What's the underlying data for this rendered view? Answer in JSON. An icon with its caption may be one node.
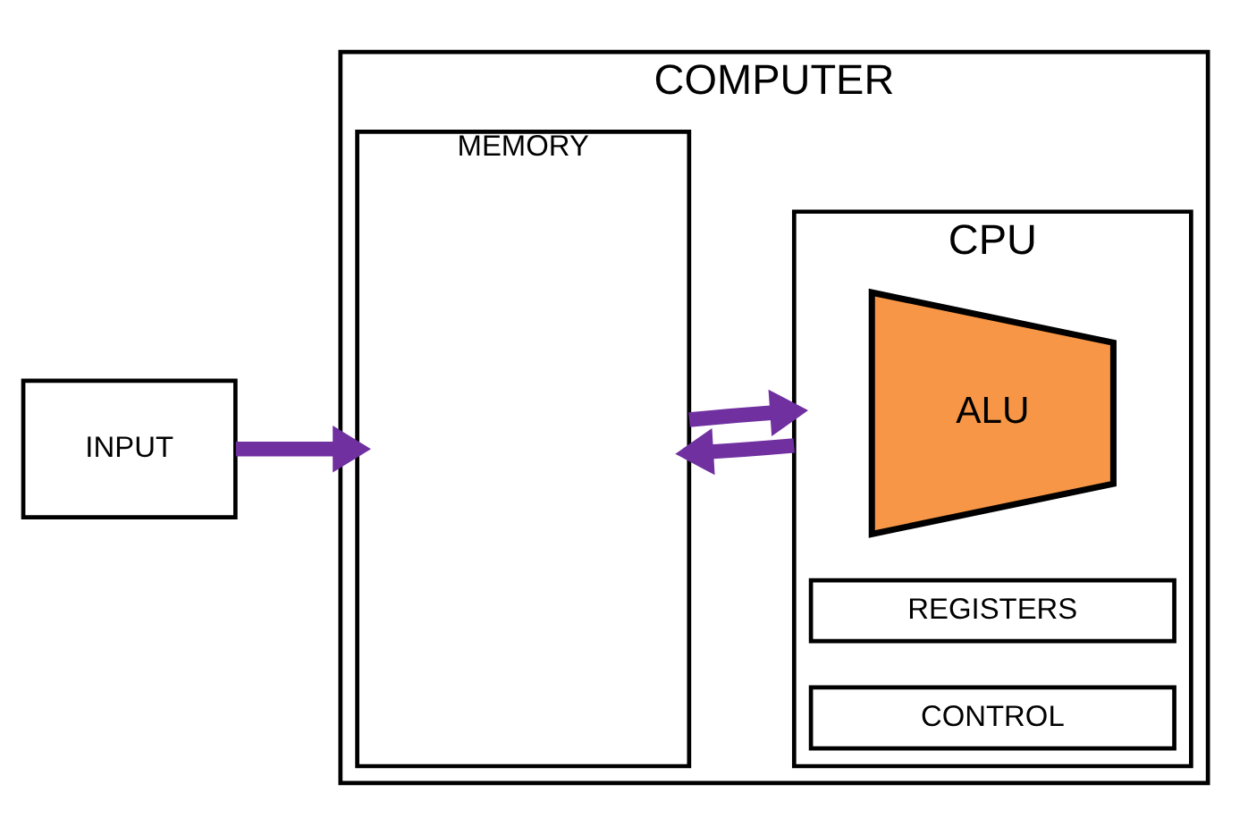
{
  "diagram": {
    "nodes": [
      {
        "text": [
          "INPUT"
        ]
      },
      {
        "text": [
          "COMPUTER"
        ]
      },
      {
        "text": [
          "MEMORY"
        ],
        "in": 1
      },
      {
        "text": [
          "CPU"
        ],
        "in": 1
      },
      {
        "text": [
          "ALU"
        ],
        "in": 3
      },
      {
        "text": [
          "REGISTERS"
        ],
        "in": 3
      },
      {
        "text": [
          "CONTROL"
        ],
        "in": 3
      }
    ],
    "edges": [
      {
        "from": 0,
        "to": 2,
        "arrow": "to",
        "color": "#7030a0"
      },
      {
        "from": 2,
        "to": 3,
        "arrow": "to",
        "color": "#7030a0"
      },
      {
        "from": 3,
        "to": 2,
        "arrow": "to",
        "color": "#7030a0"
      }
    ]
  }
}
